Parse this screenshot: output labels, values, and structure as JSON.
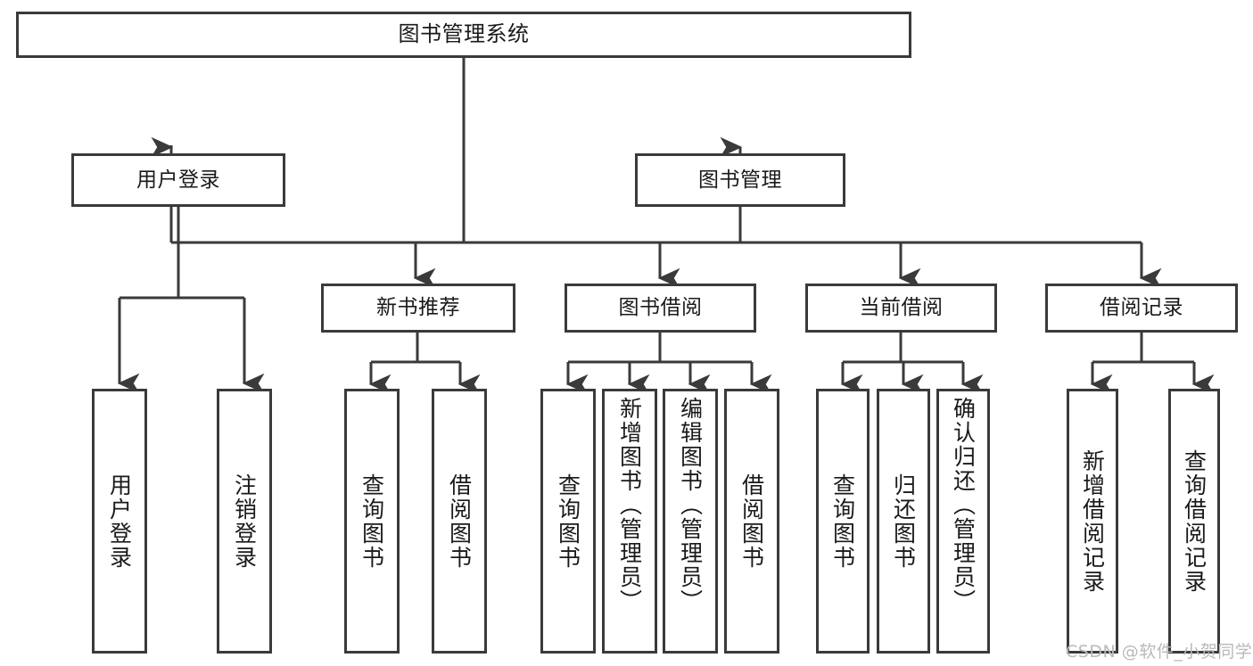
{
  "diagram": {
    "title": "图书管理系统",
    "type": "function-structure-tree",
    "watermark": "CSDN @软件_小贺同学",
    "colors": {
      "background": "#ffffff",
      "stroke": "#3a3a3a",
      "text": "#1a1a1a",
      "watermark": "#b9b9b9"
    }
  },
  "nodes": {
    "root": {
      "label": "图书管理系统"
    },
    "level2": [
      {
        "label": "用户登录"
      },
      {
        "label": "图书管理"
      }
    ],
    "level3": [
      {
        "label": "新书推荐"
      },
      {
        "label": "图书借阅"
      },
      {
        "label": "当前借阅"
      },
      {
        "label": "借阅记录"
      }
    ],
    "leaves": {
      "user_login": [
        {
          "label": "用户登录"
        },
        {
          "label": "注销登录"
        }
      ],
      "new_book_recommend": [
        {
          "label": "查询图书"
        },
        {
          "label": "借阅图书"
        }
      ],
      "book_borrow": [
        {
          "label": "查询图书"
        },
        {
          "label": "新增图书（管理员）"
        },
        {
          "label": "编辑图书（管理员）"
        },
        {
          "label": "借阅图书"
        }
      ],
      "current_borrow": [
        {
          "label": "查询图书"
        },
        {
          "label": "归还图书"
        },
        {
          "label": "确认归还（管理员）"
        }
      ],
      "borrow_record": [
        {
          "label": "新增借阅记录"
        },
        {
          "label": "查询借阅记录"
        }
      ]
    }
  }
}
